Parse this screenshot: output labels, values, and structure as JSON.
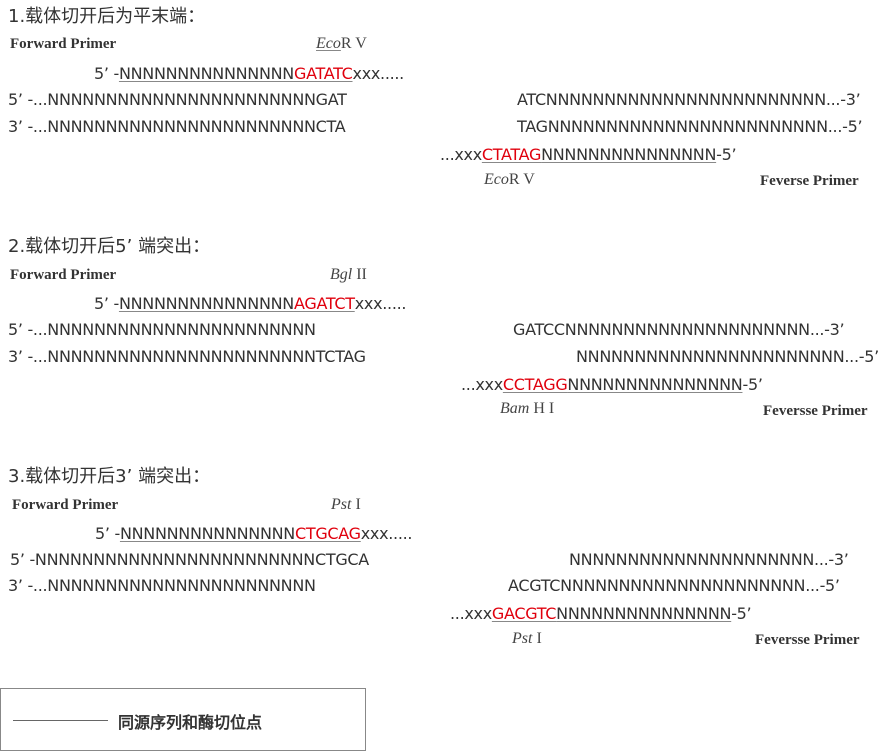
{
  "sections": [
    {
      "title": "1.载体切开后为平末端：",
      "forward_primer": "Forward Primer",
      "reverse_primer": "Feverse Primer",
      "enzyme_top": {
        "italic": "Eco",
        "rest": "R V"
      },
      "enzyme_bottom": {
        "italic": "Eco",
        "rest": "R V"
      },
      "forward_seq": {
        "prefix": "5’ -",
        "body": "NNNNNNNNNNNNNNN",
        "site": "GATATC",
        "suffix": "xxx....."
      },
      "vector_left_top": "5’ -...NNNNNNNNNNNNNNNNNNNNNNNGAT",
      "vector_left_bottom": "3’ -...NNNNNNNNNNNNNNNNNNNNNNNCTA",
      "vector_right_top": "ATCNNNNNNNNNNNNNNNNNNNNNNNN...-3’",
      "vector_right_bottom": "TAGNNNNNNNNNNNNNNNNNNNNNNNN...-5’",
      "reverse_seq": {
        "prefix": "...xxx",
        "site": "CTATAG",
        "body": "NNNNNNNNNNNNNNN",
        "suffix": "-5’"
      }
    },
    {
      "title": "2.载体切开后5’ 端突出：",
      "forward_primer": "Forward Primer",
      "reverse_primer": "Feversse Primer",
      "enzyme_top": {
        "italic": "Bgl",
        "rest": " II"
      },
      "enzyme_bottom": {
        "italic": "Bam",
        "rest": " H I"
      },
      "forward_seq": {
        "prefix": "5’ -",
        "body": "NNNNNNNNNNNNNNN",
        "site": "AGATCT",
        "suffix": "xxx....."
      },
      "vector_left_top": "5’ -...NNNNNNNNNNNNNNNNNNNNNNN",
      "vector_left_bottom": "3’ -...NNNNNNNNNNNNNNNNNNNNNNNTCTAG",
      "vector_right_top": "GATCCNNNNNNNNNNNNNNNNNNNNN...-3’",
      "vector_right_bottom": "NNNNNNNNNNNNNNNNNNNNNNN...-5’",
      "reverse_seq": {
        "prefix": "...xxx",
        "site": "CCTAGG",
        "body": "NNNNNNNNNNNNNNN",
        "suffix": "-5’"
      }
    },
    {
      "title": "3.载体切开后3’ 端突出：",
      "forward_primer": "Forward Primer",
      "reverse_primer": "Feversse Primer",
      "enzyme_top": {
        "italic": "Pst",
        "rest": " I"
      },
      "enzyme_bottom": {
        "italic": "Pst",
        "rest": " I"
      },
      "forward_seq": {
        "prefix": "5’ -",
        "body": "NNNNNNNNNNNNNNN",
        "site": "CTGCAG",
        "suffix": "xxx....."
      },
      "vector_left_top": "5’ -NNNNNNNNNNNNNNNNNNNNNNNNCTGCA",
      "vector_left_bottom": "3’ -...NNNNNNNNNNNNNNNNNNNNNNN",
      "vector_right_top": "NNNNNNNNNNNNNNNNNNNNN...-3’",
      "vector_right_bottom": "ACGTCNNNNNNNNNNNNNNNNNNNNN...-5’",
      "reverse_seq": {
        "prefix": "...xxx",
        "site": "GACGTC",
        "body": "NNNNNNNNNNNNNNN",
        "suffix": "-5’"
      }
    }
  ],
  "legend": {
    "label": "同源序列和酶切位点"
  },
  "colors": {
    "site": "#e0000d",
    "text": "#333333",
    "underline": "#888888"
  }
}
